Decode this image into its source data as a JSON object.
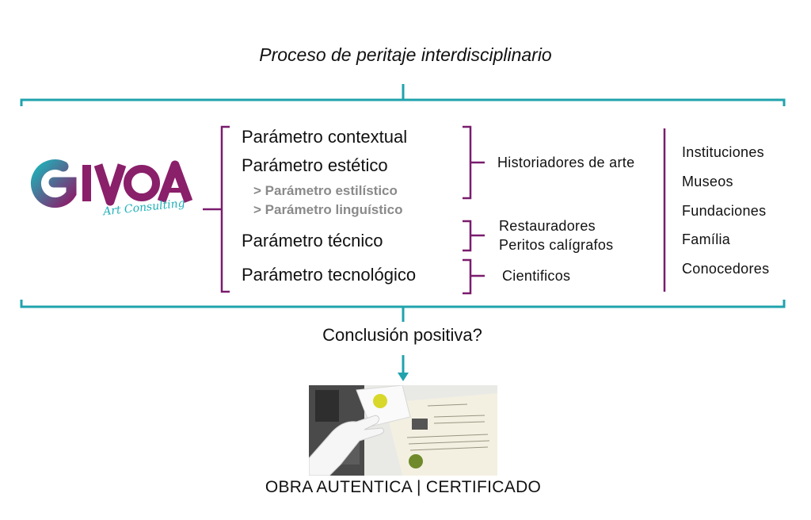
{
  "title": "Proceso de peritaje interdisciplinario",
  "logo": {
    "name": "GIVOA",
    "tagline": "Art Consulting"
  },
  "parameters": [
    {
      "label": "Parámetro contextual"
    },
    {
      "label": "Parámetro estético"
    },
    {
      "label": "Parámetro técnico"
    },
    {
      "label": "Parámetro tecnológico"
    }
  ],
  "subparameters": [
    "> Parámetro estilístico",
    "> Parámetro linguístico"
  ],
  "professionals": {
    "group1": "Historiadores de arte",
    "group2": [
      "Restauradores",
      "Peritos calígrafos"
    ],
    "group3": "Cientificos"
  },
  "institutions": [
    "Instituciones",
    "Museos",
    "Fundaciones",
    "Família",
    "Conocedores"
  ],
  "question": "Conclusión positiva?",
  "result": "OBRA AUTENTICA | CERTIFICADO",
  "colors": {
    "teal": "#1fa3ad",
    "purple": "#7a1c6e",
    "logo_purple": "#8a1f6a",
    "logo_teal": "#1fb0b8"
  }
}
